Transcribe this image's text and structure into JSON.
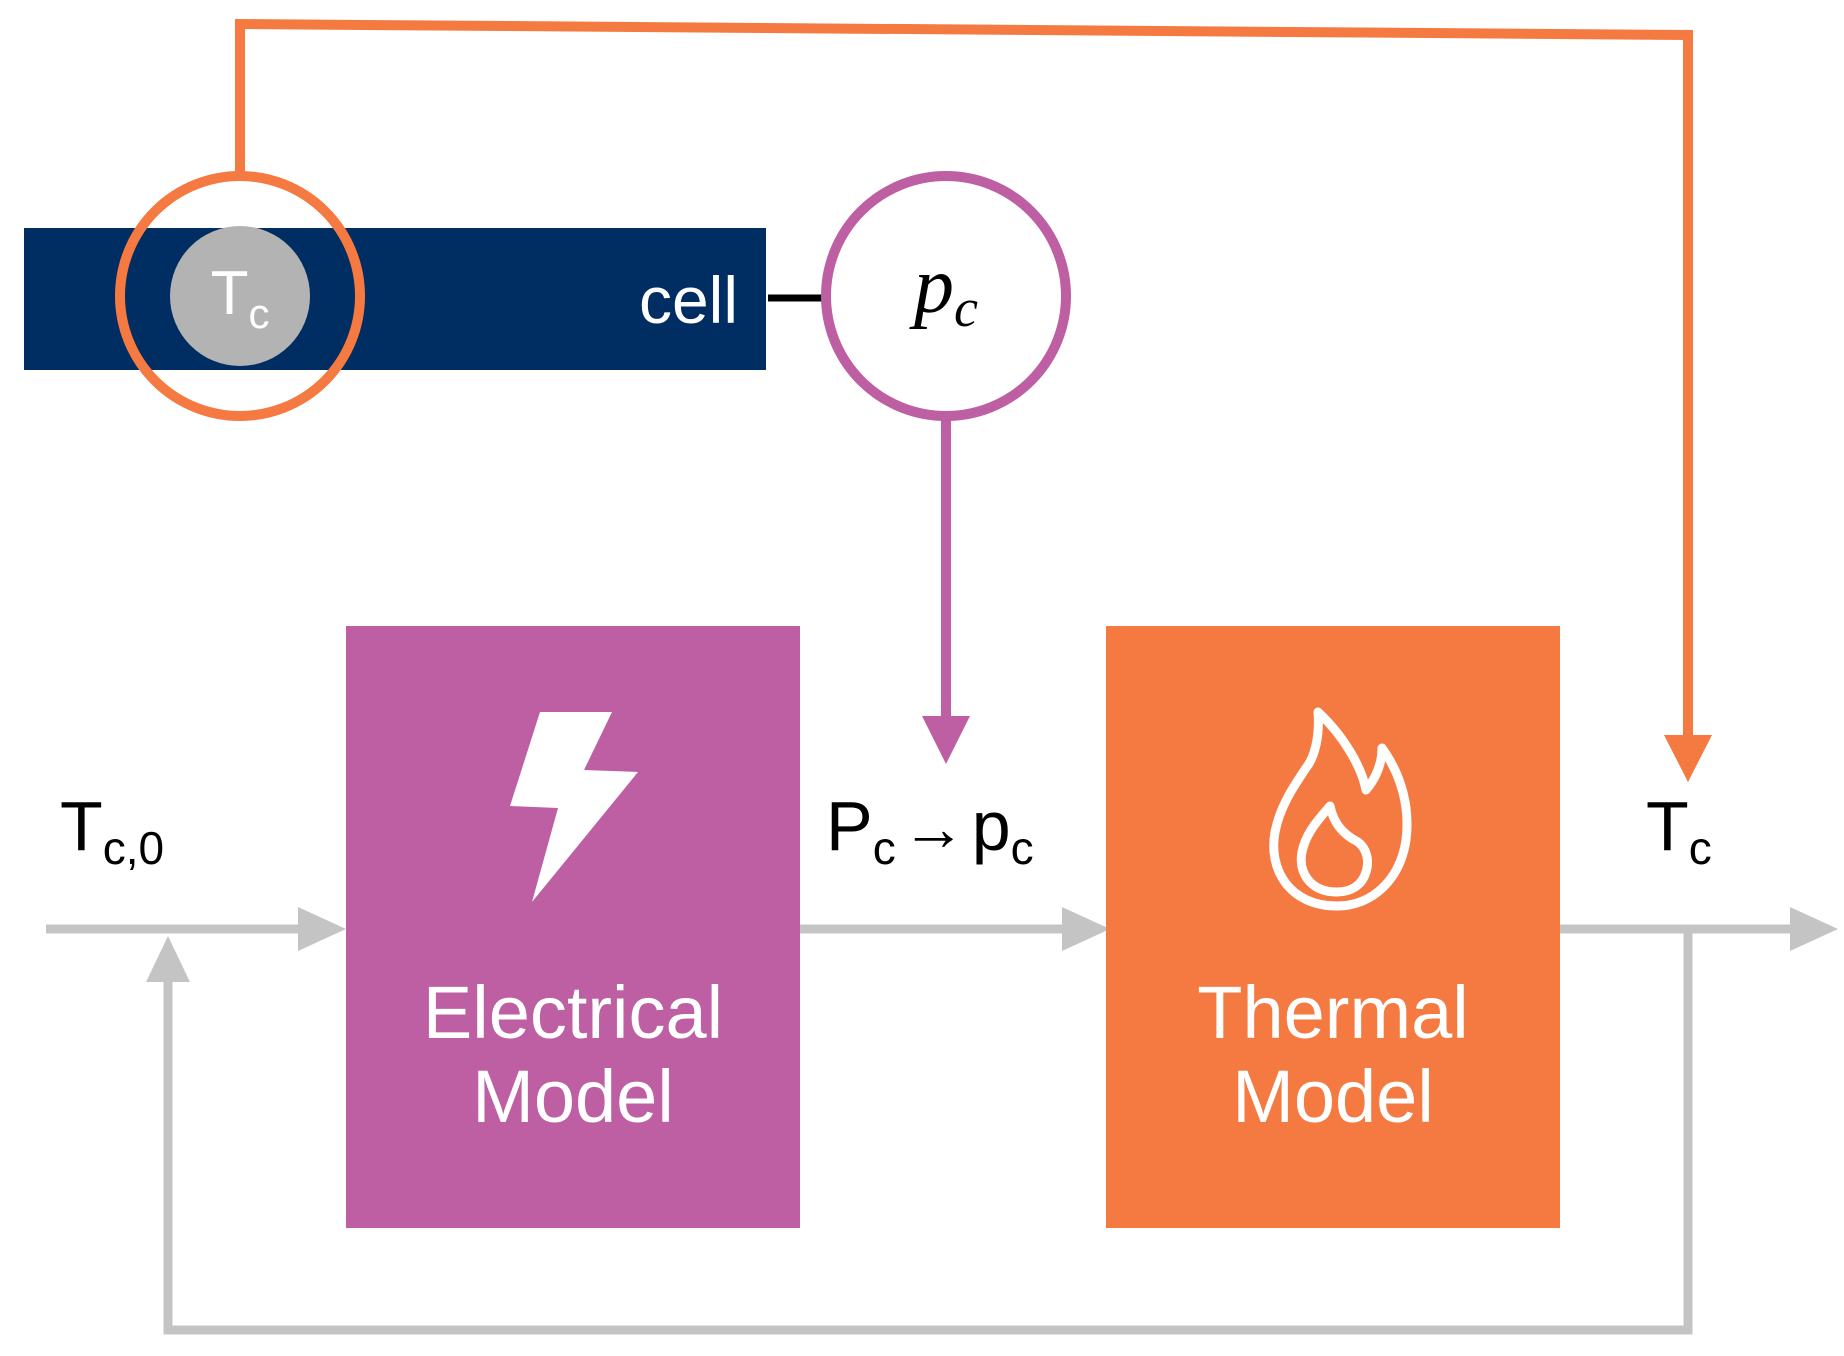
{
  "cell": {
    "label": "cell",
    "sensor_symbol": "T",
    "sensor_subscript": "c",
    "bar_color": "#002d62",
    "sensor_fill": "#b3b3b3"
  },
  "cell_power": {
    "symbol": "p",
    "subscript": "c"
  },
  "electrical_model": {
    "line1": "Electrical",
    "line2": "Model",
    "icon": "lightning-bolt-icon",
    "color": "#bd5fa2"
  },
  "thermal_model": {
    "line1": "Thermal",
    "line2": "Model",
    "icon": "flame-icon",
    "color": "#f47a41"
  },
  "labels": {
    "initial_temp_symbol": "T",
    "initial_temp_subscript": "c,0",
    "power_big_symbol": "P",
    "power_big_subscript": "c",
    "arrow_glyph": "→",
    "power_small_symbol": "p",
    "power_small_subscript": "c",
    "output_temp_symbol": "T",
    "output_temp_subscript": "c"
  },
  "colors": {
    "feedback_temperature": "#f47a41",
    "feedback_power": "#bd5fa2",
    "signal_flow": "#c4c4c4",
    "cell_arrow": "#000000"
  }
}
